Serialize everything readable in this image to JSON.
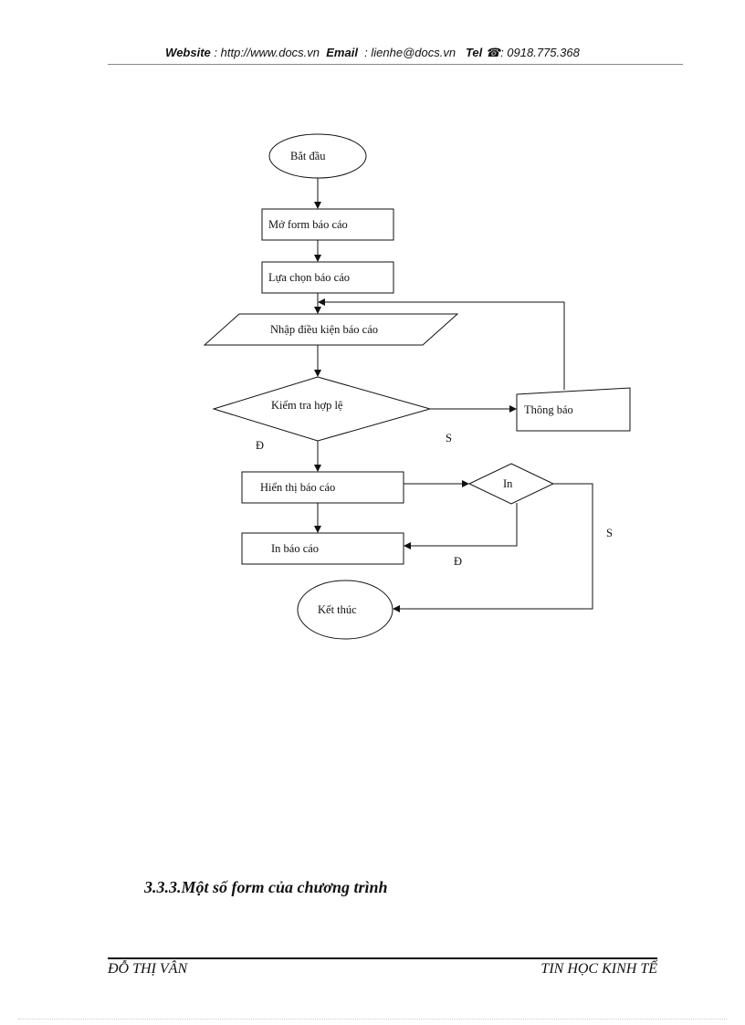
{
  "header": {
    "website_label": "Website",
    "website_value": ": http://www.docs.vn",
    "email_label": "Email",
    "email_value": ": lienhe@docs.vn",
    "tel_label": "Tel",
    "tel_icon": "phone-icon",
    "tel_value": ": 0918.775.368"
  },
  "diagram": {
    "nodes": {
      "start": "Bắt đầu",
      "open_form": "Mở form báo cáo",
      "select_report": "Lựa chọn báo cáo",
      "input_conditions": "Nhập điều kiện báo cáo",
      "check_valid": "Kiểm tra hợp lệ",
      "notify": "Thông báo",
      "show_report": "Hiển thị báo cáo",
      "print_decision": "In",
      "print_report": "In báo cáo",
      "end": "Kết thúc"
    },
    "labels": {
      "check_yes": "Đ",
      "check_no": "S",
      "print_yes": "Đ",
      "print_no": "S"
    }
  },
  "section": {
    "heading": "3.3.3.Một số form của chương trình"
  },
  "footer": {
    "author": "ĐỖ THỊ VÂN",
    "subject": "TIN HỌC KINH TẾ"
  }
}
